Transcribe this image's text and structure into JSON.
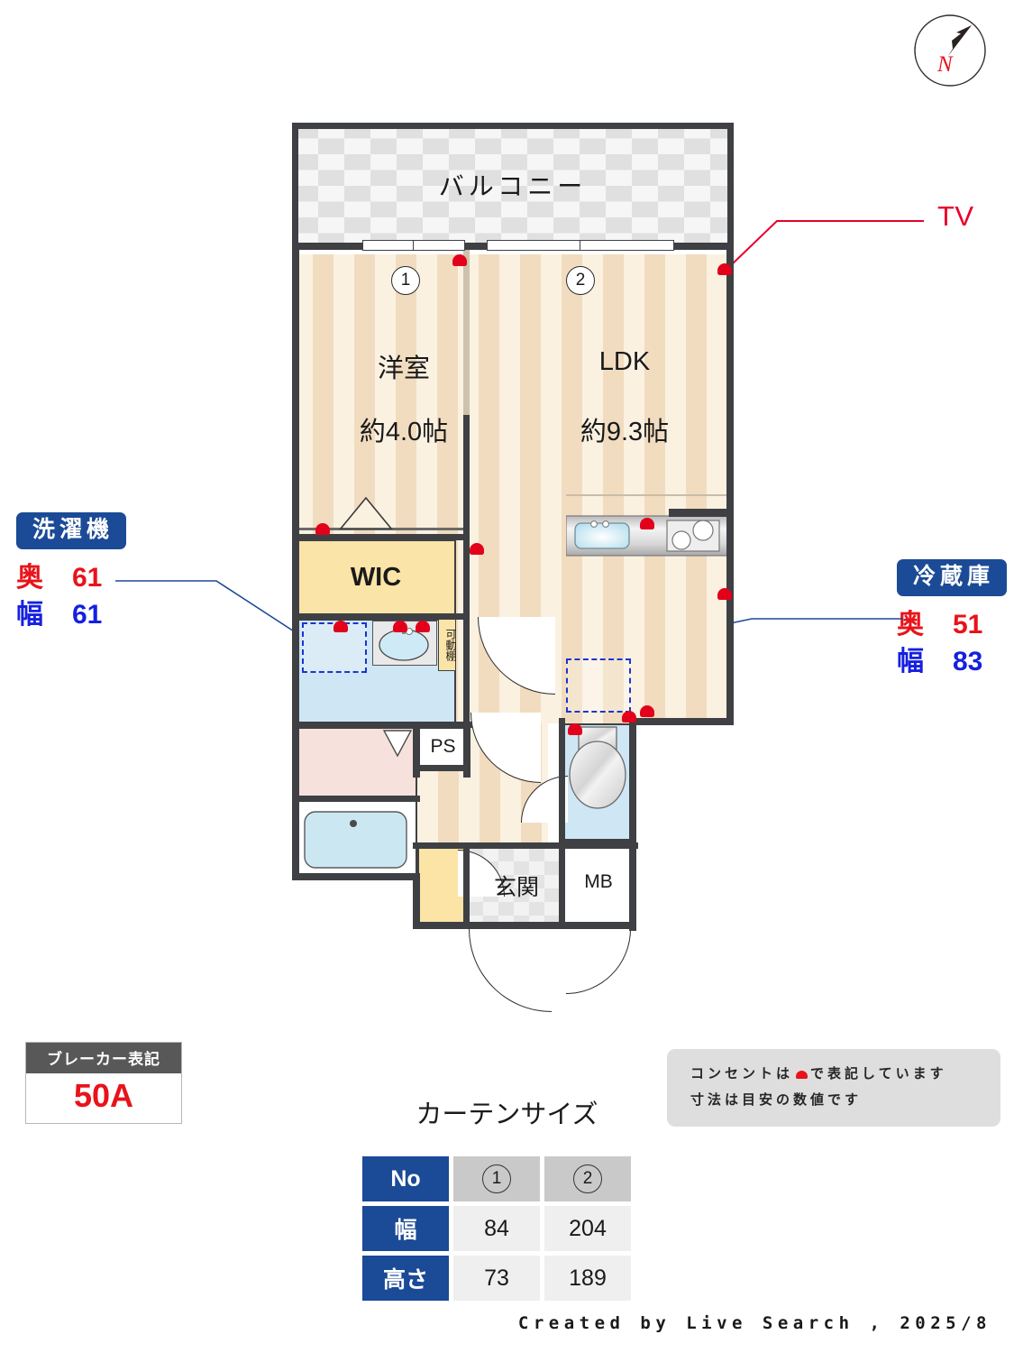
{
  "compass": {
    "label": "N",
    "name": "north-compass"
  },
  "callouts": {
    "tv": {
      "label": "TV",
      "color": "#e8002a"
    },
    "washer": {
      "title": "洗濯機",
      "depth_key": "奥",
      "depth_value": "61",
      "width_key": "幅",
      "width_value": "61"
    },
    "fridge": {
      "title": "冷蔵庫",
      "depth_key": "奥",
      "depth_value": "51",
      "width_key": "幅",
      "width_value": "83"
    }
  },
  "plan": {
    "balcony": "バルコニー",
    "room_western": {
      "name": "洋室",
      "area": "約4.0帖"
    },
    "ldk": {
      "name": "LDK",
      "area": "約9.3帖"
    },
    "wic": "WIC",
    "movable_shelf": "可動棚",
    "ps": "PS",
    "mb": "MB",
    "entrance": "玄関",
    "window_marks": [
      "1",
      "2"
    ]
  },
  "breaker": {
    "title": "ブレーカー表記",
    "value": "50A"
  },
  "note": {
    "line1_pre": "コンセントは",
    "line1_post": "で表記しています",
    "line2": "寸法は目安の数値です"
  },
  "curtain": {
    "title": "カーテンサイズ",
    "row_headers": [
      "No",
      "幅",
      "高さ"
    ],
    "columns": [
      "1",
      "2"
    ],
    "widths": [
      "84",
      "204"
    ],
    "heights": [
      "73",
      "189"
    ]
  },
  "footer": "Created by Live Search , 2025/8"
}
